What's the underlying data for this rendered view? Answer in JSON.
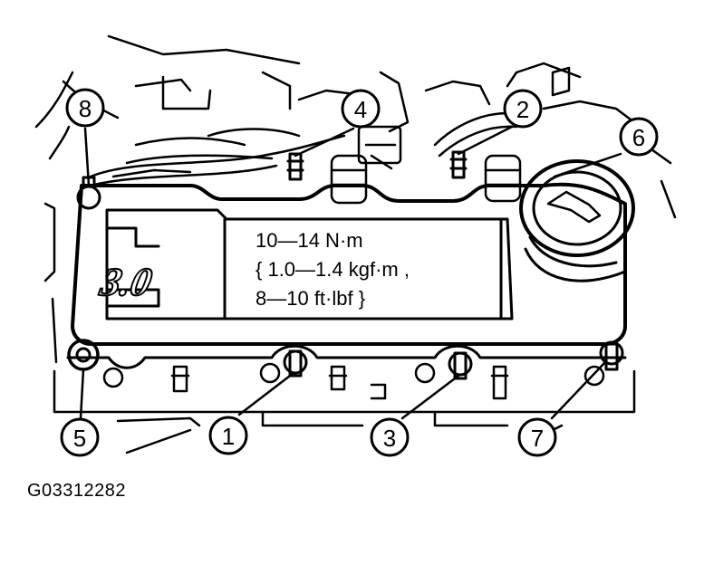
{
  "figure": {
    "code": "G03312282",
    "engine_badge": "3.0",
    "torque_spec": {
      "line1": "10—14 N·m",
      "line2": "{ 1.0—1.4 kgf·m ,",
      "line3": "8—10 ft·lbf }"
    },
    "callouts": [
      "1",
      "2",
      "3",
      "4",
      "5",
      "6",
      "7",
      "8"
    ]
  }
}
